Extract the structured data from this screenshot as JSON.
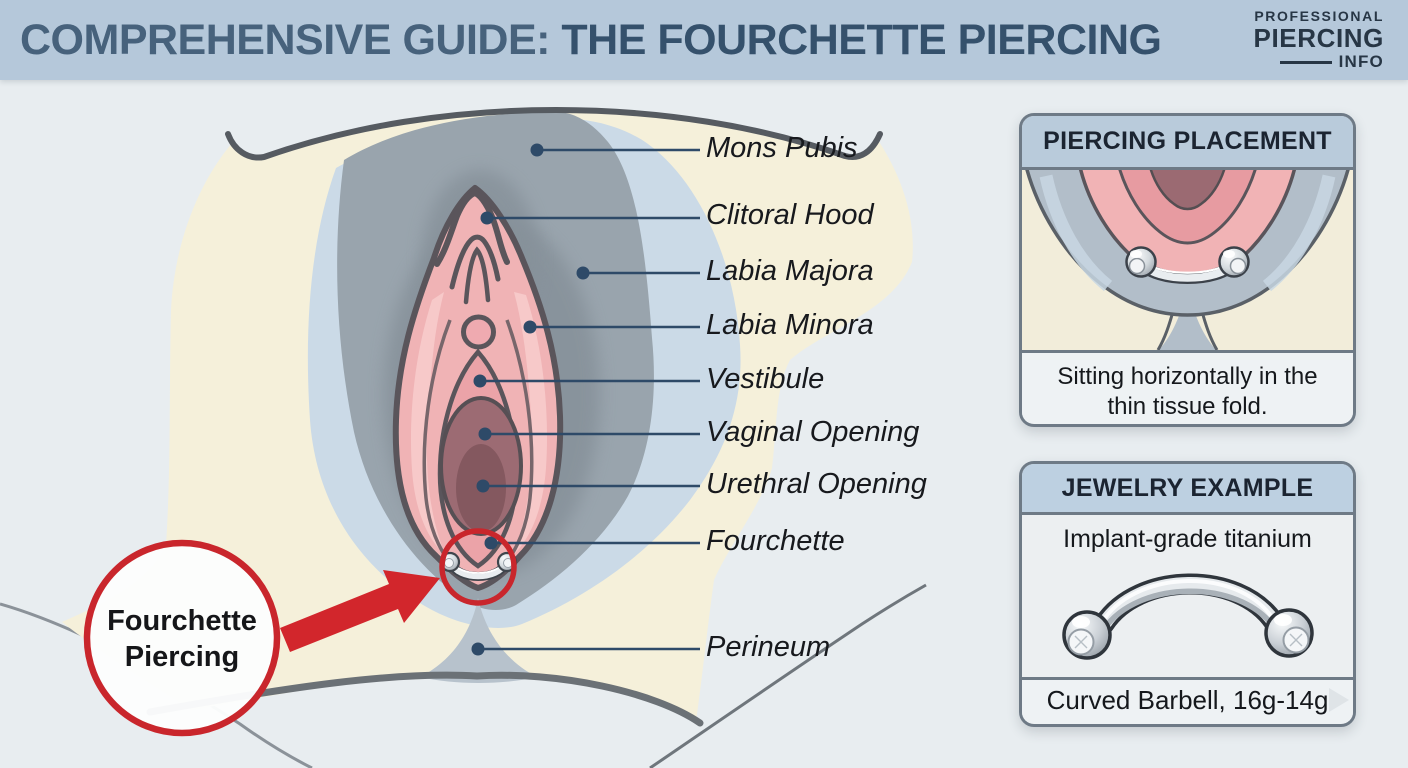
{
  "header": {
    "title_prefix": "COMPREHENSIVE GUIDE: ",
    "title_emphasis": "THE FOURCHETTE PIERCING",
    "logo": {
      "line1": "PROFESSIONAL",
      "line2": "PIERCING",
      "line3": "INFO"
    }
  },
  "diagram": {
    "labels": [
      {
        "text": "Mons Pubis"
      },
      {
        "text": "Clitoral Hood"
      },
      {
        "text": "Labia Majora"
      },
      {
        "text": "Labia Minora"
      },
      {
        "text": "Vestibule"
      },
      {
        "text": "Vaginal Opening"
      },
      {
        "text": "Urethral Opening"
      },
      {
        "text": "Fourchette"
      },
      {
        "text": "Perineum"
      }
    ],
    "callout": {
      "line1": "Fourchette",
      "line2": "Piercing"
    }
  },
  "panels": {
    "placement": {
      "title": "PIERCING PLACEMENT",
      "caption_line1": "Sitting horizontally in the",
      "caption_line2": "thin tissue fold."
    },
    "jewelry": {
      "title": "JEWELRY EXAMPLE",
      "material": "Implant-grade titanium",
      "spec": "Curved Barbell, 16g-14g"
    }
  },
  "colors": {
    "header_bg": "#b5c8da",
    "title_text": "#35516c",
    "page_bg": "#e8edf0",
    "body_cream": "#f5f0da",
    "outer_gray": "#99a4ad",
    "inner_blue": "#cbdae7",
    "labia_pink": "#f0b3b5",
    "opening_mauve": "#9c6b73",
    "label_line": "#2e4a68",
    "accent_red": "#c9262c",
    "outline_dark": "#5a555b"
  }
}
